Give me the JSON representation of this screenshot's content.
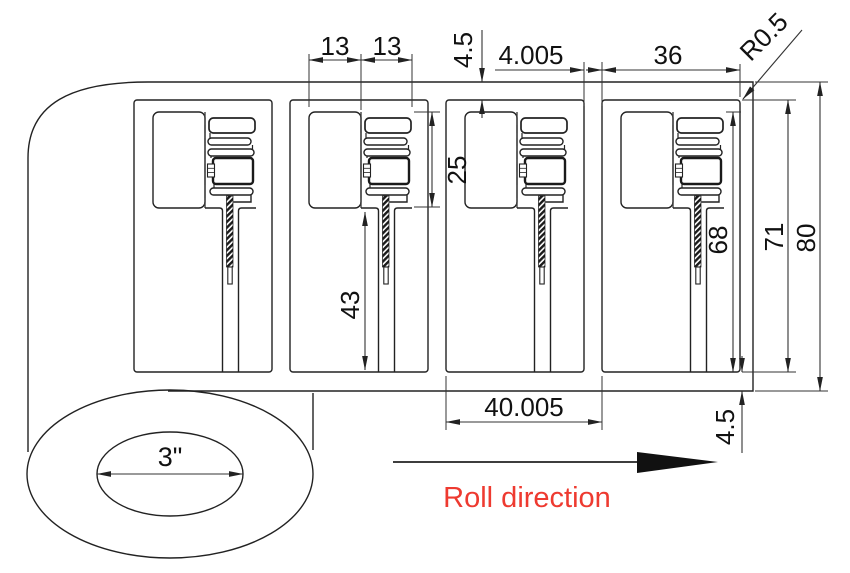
{
  "dims": {
    "top_13_left": "13",
    "top_13_right": "13",
    "top_margin": "4.5",
    "label_gap": "4.005",
    "label_width": "36",
    "corner_radius": "R0.5",
    "antenna_height": "25",
    "tail_length": "43",
    "inlay_to_bottom_height": "68",
    "label_height": "71",
    "web_width": "80",
    "label_pitch": "40.005",
    "bottom_margin": "4.5",
    "core_diameter": "3\""
  },
  "annotations": {
    "roll_direction": "Roll direction"
  },
  "colors": {
    "roll_direction_text": "#ee3a30",
    "line": "#222222",
    "dim_line": "#333333",
    "arrow_fill": "#111111"
  }
}
